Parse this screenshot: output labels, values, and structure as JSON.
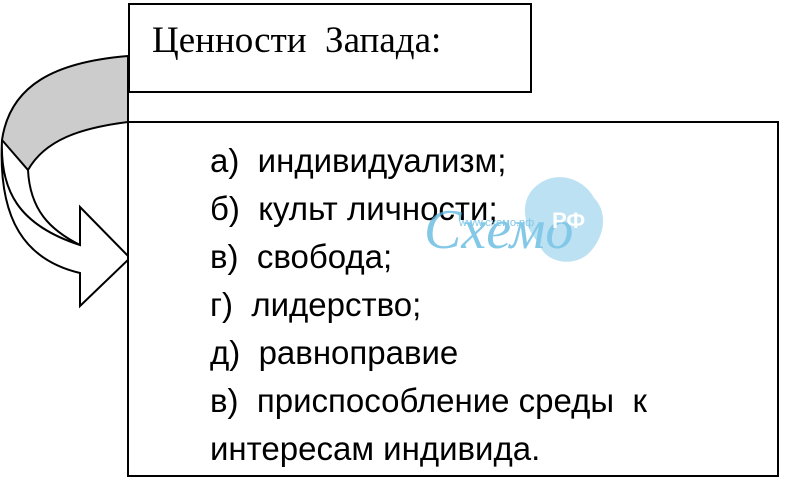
{
  "title": "Ценности  Запада:",
  "items": [
    "а)  индивидуализм;",
    "б)  культ личности;",
    "в)  свобода;",
    "г)  лидерство;",
    "д)  равноправие",
    "в)  приспособление среды  к",
    "интересам индивида."
  ],
  "watermark": {
    "word": "Схемо",
    "badge": "РФ",
    "url": "www.схемо.рф",
    "color": "#5ab6e0"
  },
  "colors": {
    "arrow_fill": "#cccccc",
    "border": "#000000"
  }
}
